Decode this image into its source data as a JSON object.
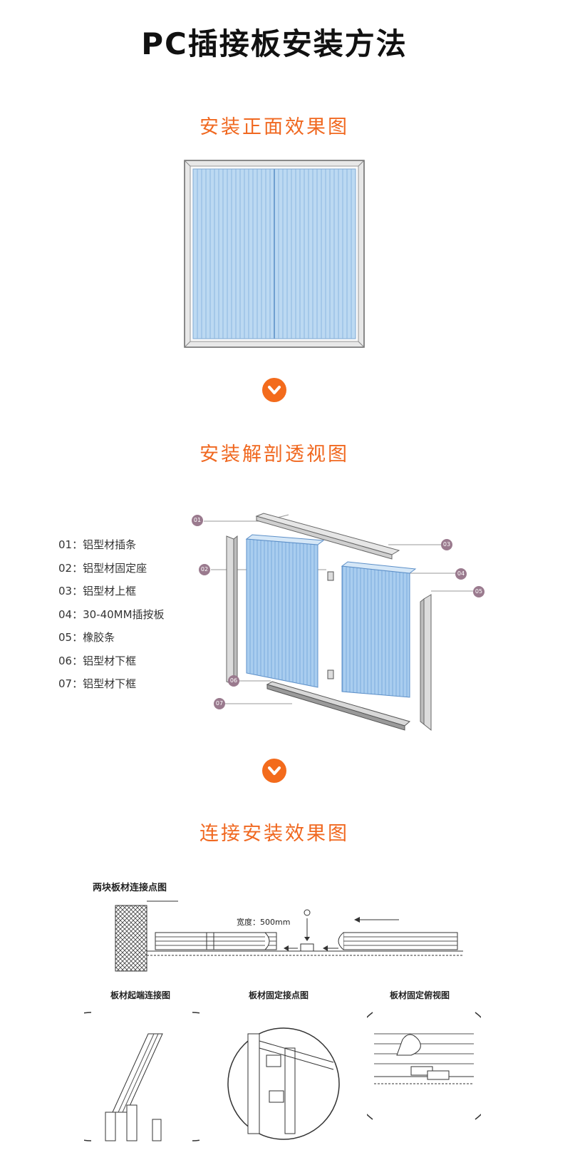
{
  "page_title": "PC插接板安装方法",
  "section1": {
    "title": "安装正面效果图"
  },
  "section2": {
    "title": "安装解剖透视图",
    "legend": [
      "01：铝型材插条",
      "02：铝型材固定座",
      "03：铝型材上框",
      "04：30-40MM插按板",
      "05：橡胶条",
      "06：铝型材下框",
      "07：铝型材下框"
    ],
    "callouts": [
      "01",
      "02",
      "03",
      "04",
      "05",
      "06",
      "07"
    ]
  },
  "section3": {
    "title": "连接安装效果图",
    "diagram_title": "两块板材连接点图",
    "width_label": "宽度：500mm",
    "captions": [
      "板材起端连接图",
      "板材固定接点图",
      "板材固定俯视图"
    ]
  },
  "colors": {
    "accent": "#f06820",
    "arrow_circle": "#f36b1c",
    "panel_blue": "#bcd9f2",
    "callout": "#9a7a8e"
  },
  "icons": [
    "chevron-down-icon",
    "chevron-down-icon"
  ]
}
